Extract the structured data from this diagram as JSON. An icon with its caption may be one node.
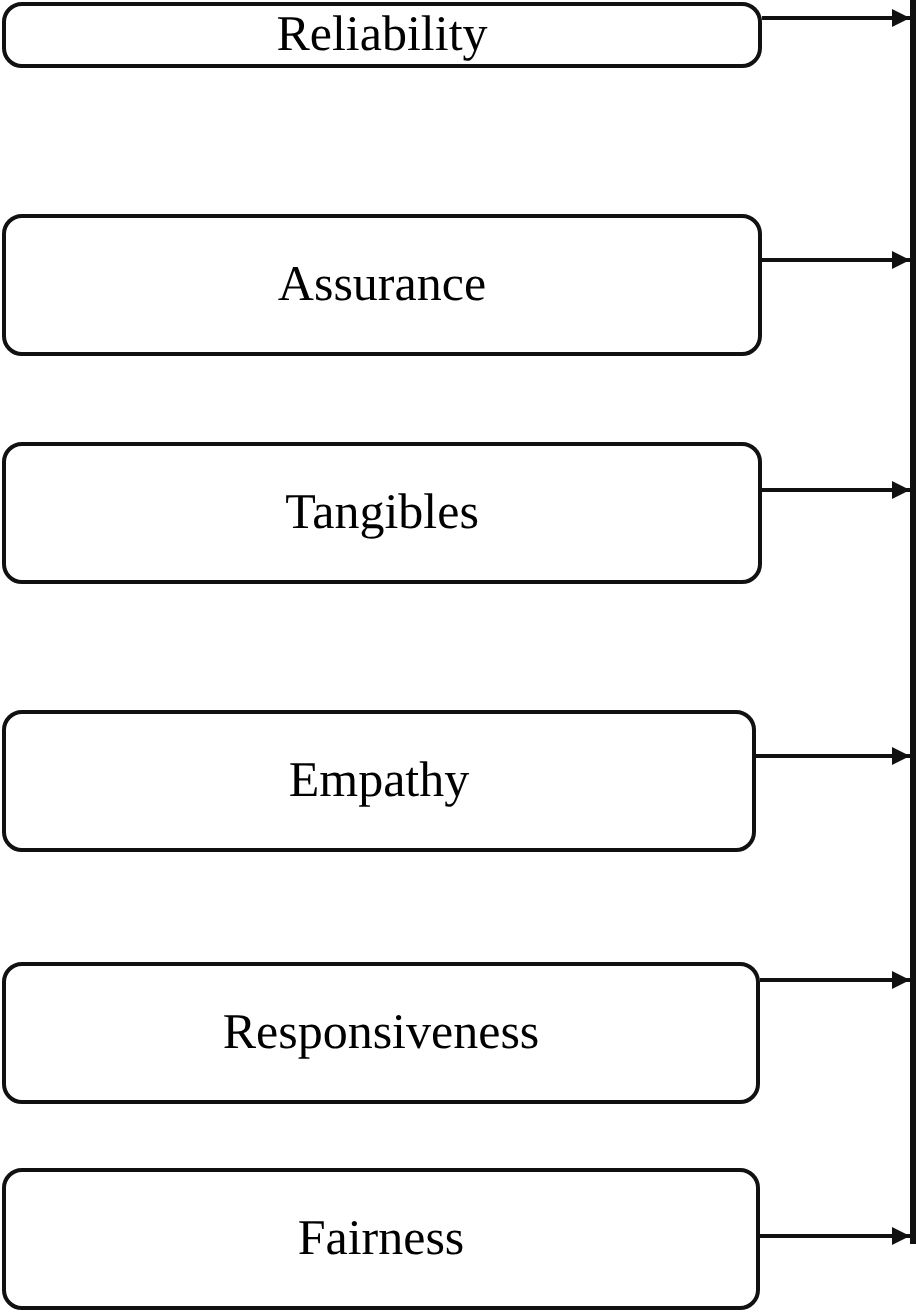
{
  "diagram": {
    "nodes": [
      {
        "text": [
          "Reliability"
        ]
      },
      {
        "text": [
          "Assurance"
        ]
      },
      {
        "text": [
          "Tangibles"
        ]
      },
      {
        "text": [
          "Empathy"
        ]
      },
      {
        "text": [
          "Responsiveness"
        ]
      },
      {
        "text": [
          "Fairness"
        ]
      },
      {
        "text": [],
        "shape": "bar"
      }
    ],
    "edges": [
      {
        "from": 0,
        "to": 6,
        "arrow": "to"
      },
      {
        "from": 1,
        "to": 6,
        "arrow": "to"
      },
      {
        "from": 2,
        "to": 6,
        "arrow": "to"
      },
      {
        "from": 3,
        "to": 6,
        "arrow": "to"
      },
      {
        "from": 4,
        "to": 6,
        "arrow": "to"
      },
      {
        "from": 5,
        "to": 6,
        "arrow": "to"
      }
    ]
  }
}
